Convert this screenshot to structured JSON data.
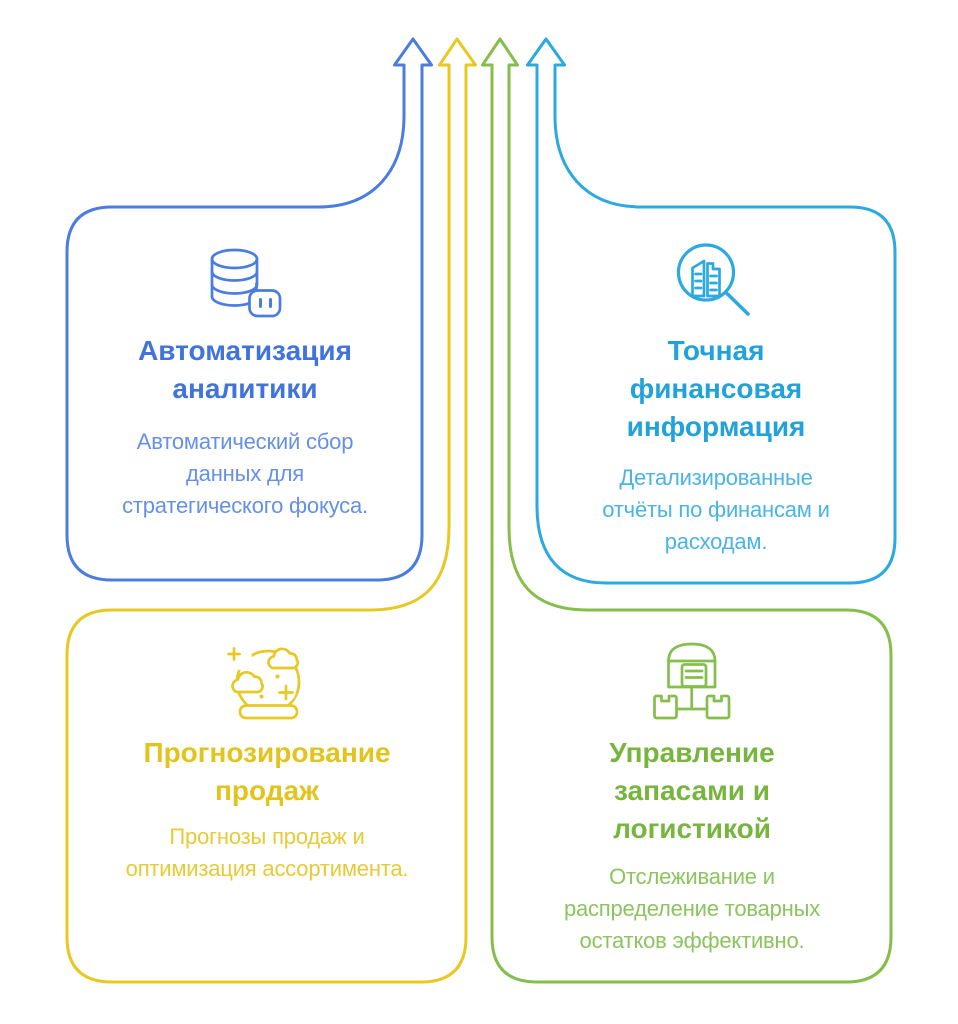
{
  "background": "#ffffff",
  "cards": [
    {
      "id": "analytics",
      "accent": "#4B7CE0",
      "title_color": "#4173DC",
      "text_color": "#6690E7",
      "icon": "database-robot-icon",
      "title_lines": [
        "Автоматизация",
        "аналитики"
      ],
      "description_lines": [
        "Автоматический сбор",
        "данных для",
        "стратегического фокуса."
      ]
    },
    {
      "id": "finance",
      "accent": "#2BA9E0",
      "title_color": "#21A2DA",
      "text_color": "#4AB4E6",
      "icon": "magnifier-report-icon",
      "title_lines": [
        "Точная",
        "финансовая",
        "информация"
      ],
      "description_lines": [
        "Детализированные",
        "отчёты по финансам и",
        "расходам."
      ]
    },
    {
      "id": "forecast",
      "accent": "#E8C822",
      "title_color": "#E3C41E",
      "text_color": "#E7CA35",
      "icon": "crystal-ball-icon",
      "title_lines": [
        "Прогнозирование",
        "продаж"
      ],
      "description_lines": [
        "Прогнозы продаж и",
        "оптимизация ассортимента."
      ]
    },
    {
      "id": "inventory",
      "accent": "#86BE4B",
      "title_color": "#77B53E",
      "text_color": "#8CC45F",
      "icon": "warehouse-boxes-icon",
      "title_lines": [
        "Управление",
        "запасами и",
        "логистикой"
      ],
      "description_lines": [
        "Отслеживание и",
        "распределение товарных",
        "остатков эффективно."
      ]
    }
  ]
}
